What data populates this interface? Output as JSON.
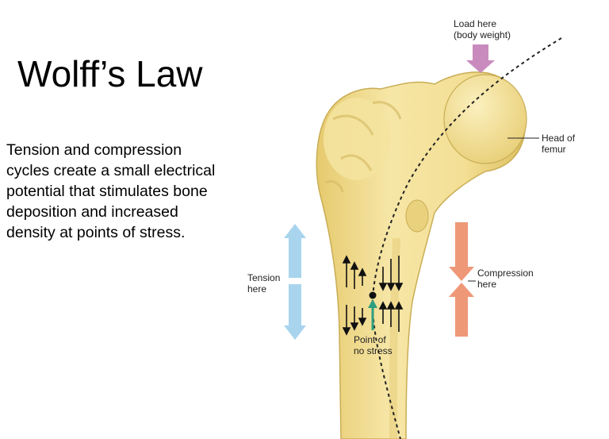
{
  "title": "Wolff’s Law",
  "body_text": "Tension and compression cycles create a small electrical potential that stimulates bone deposition and increased density at points of stress.",
  "diagram": {
    "load_label_line1": "Load here",
    "load_label_line2": "(body weight)",
    "head_label_line1": "Head of",
    "head_label_line2": "femur",
    "tension_label_line1": "Tension",
    "tension_label_line2": "here",
    "compression_label_line1": "Compression",
    "compression_label_line2": "here",
    "nostress_label_line1": "Point of",
    "nostress_label_line2": "no stress"
  },
  "colors": {
    "bone_fill": "#f2df93",
    "bone_shadow": "#d9c064",
    "load_arrow": "#c98bbd",
    "tension_arrow": "#a8d4ee",
    "compression_arrow": "#ee9878",
    "no_stress_arrow": "#2e9e7e"
  }
}
